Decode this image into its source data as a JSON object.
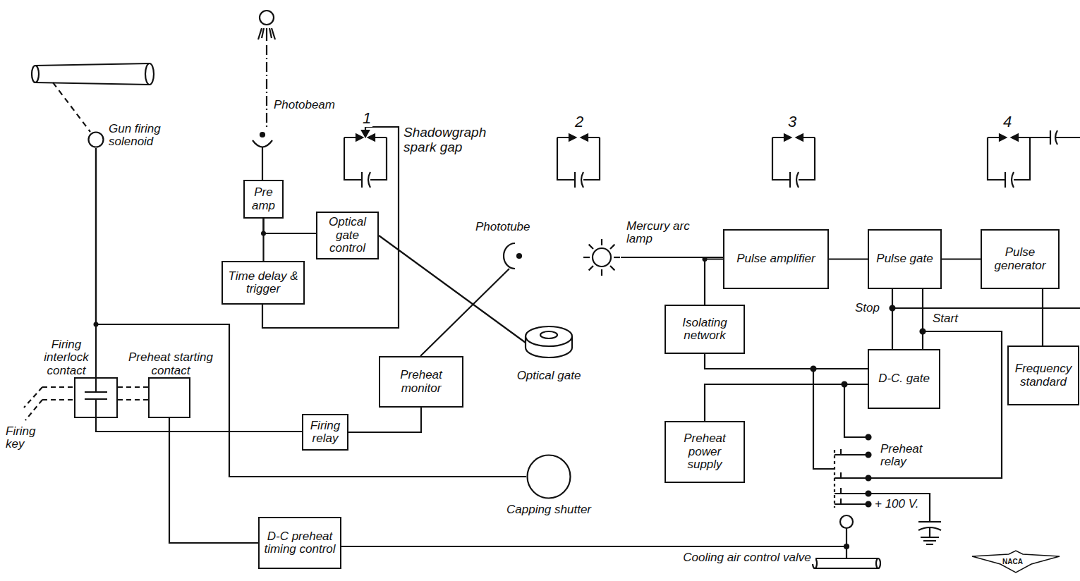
{
  "diagram": {
    "nodes": [
      {
        "text": [
          "Gun firing solenoid"
        ]
      },
      {
        "text": [
          "Pre amp"
        ]
      },
      {
        "text": [
          "Optical gate control"
        ]
      },
      {
        "text": [
          "Time delay & trigger"
        ]
      },
      {
        "text": [
          "Firing interlock contact"
        ]
      },
      {
        "text": [
          "Preheat starting contact"
        ]
      },
      {
        "text": [
          "Preheat monitor"
        ]
      },
      {
        "text": [
          "Optical gate"
        ]
      },
      {
        "text": [
          "Firing relay"
        ]
      },
      {
        "text": [
          "Capping shutter"
        ]
      },
      {
        "text": [
          "D-C preheat timing control"
        ]
      },
      {
        "text": [
          "Pulse amplifier"
        ]
      },
      {
        "text": [
          "Pulse gate"
        ]
      },
      {
        "text": [
          "Pulse generator"
        ]
      },
      {
        "text": [
          "Isolating network"
        ]
      },
      {
        "text": [
          "D-C. gate"
        ]
      },
      {
        "text": [
          "Frequency standard"
        ]
      },
      {
        "text": [
          "Preheat power supply"
        ]
      }
    ],
    "edges": [
      {
        "from": 1,
        "to": 3,
        "arrow": "none"
      },
      {
        "from": 1,
        "to": 2,
        "arrow": "none"
      },
      {
        "from": 2,
        "to": 7,
        "arrow": "none"
      },
      {
        "from": 0,
        "to": 4,
        "arrow": "none"
      },
      {
        "from": 0,
        "to": 9,
        "arrow": "none"
      },
      {
        "from": 4,
        "to": 8,
        "arrow": "none"
      },
      {
        "from": 8,
        "to": 6,
        "arrow": "none"
      },
      {
        "from": 5,
        "to": 10,
        "arrow": "none"
      },
      {
        "from": 11,
        "to": 12,
        "arrow": "none"
      },
      {
        "from": 12,
        "to": 13,
        "arrow": "none"
      },
      {
        "from": 13,
        "to": 16,
        "arrow": "none"
      },
      {
        "from": 11,
        "to": 14,
        "arrow": "none"
      },
      {
        "from": 14,
        "to": 15,
        "arrow": "none"
      },
      {
        "from": 12,
        "to": 15,
        "arrow": "none"
      },
      {
        "from": 12,
        "to": 15,
        "arrow": "none"
      },
      {
        "from": 17,
        "to": 15,
        "arrow": "none"
      }
    ],
    "labels": [
      "Photobeam",
      "1",
      "Shadowgraph spark gap",
      "2",
      "3",
      "4",
      "Phototube",
      "Mercury arc lamp",
      "Stop",
      "Start",
      "Firing key",
      "Preheat relay",
      "+ 100 V.",
      "Cooling air control valve",
      "NACA"
    ]
  }
}
